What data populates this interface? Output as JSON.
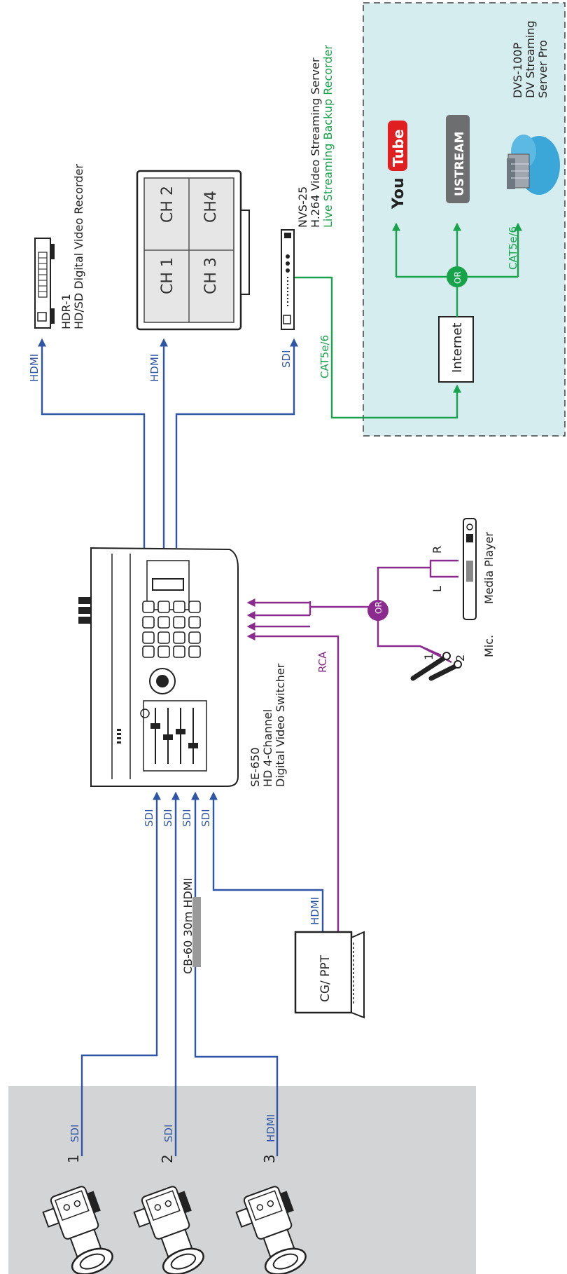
{
  "colors": {
    "video": "#2f56a6",
    "audio": "#8b2a8f",
    "network": "#17a34a",
    "camera_zone": "#d3d4d6",
    "cloud_zone": "#d6edf0"
  },
  "switcher": {
    "model": "SE-650",
    "line2": "HD 4-Channel",
    "line3": "Digital Video Switcher"
  },
  "recorder": {
    "model": "HDR-1",
    "desc": "HD/SD Digital Video Recorder"
  },
  "monitor": {
    "ch1": "CH 1",
    "ch2": "CH 2",
    "ch3": "CH 3",
    "ch4": "CH4"
  },
  "streamer": {
    "model": "NVS-25",
    "desc": "H.264 Video Streaming Server",
    "note": "Live Streaming Backup Recorder"
  },
  "cloud": {
    "internet": "Internet",
    "or": "OR",
    "youtube_you": "You",
    "youtube_tube": "Tube",
    "ustream": "USTREAM",
    "dvs_model": "DVS-100P",
    "dvs_line2": "DV Streaming",
    "dvs_line3": "Server Pro",
    "cat": "CAT5e/6"
  },
  "outputs": {
    "hdmi1": "HDMI",
    "hdmi2": "HDMI",
    "sdi": "SDI",
    "cat": "CAT5e/6"
  },
  "inputs": {
    "sdi1": "SDI",
    "sdi2": "SDI",
    "sdi3": "SDI",
    "sdi4": "SDI",
    "cable": "CB-60 30m HDMI",
    "laptop_hdmi": "HDMI",
    "laptop_label": "CG/ PPT",
    "rca": "RCA"
  },
  "audio": {
    "or": "OR",
    "l": "L",
    "r": "R",
    "media_player": "Media Player",
    "mic": "Mic.",
    "mic1": "1",
    "mic2": "2"
  },
  "cameras": [
    {
      "num": "1",
      "port": "SDI"
    },
    {
      "num": "2",
      "port": "SDI"
    },
    {
      "num": "3",
      "port": "HDMI"
    }
  ]
}
